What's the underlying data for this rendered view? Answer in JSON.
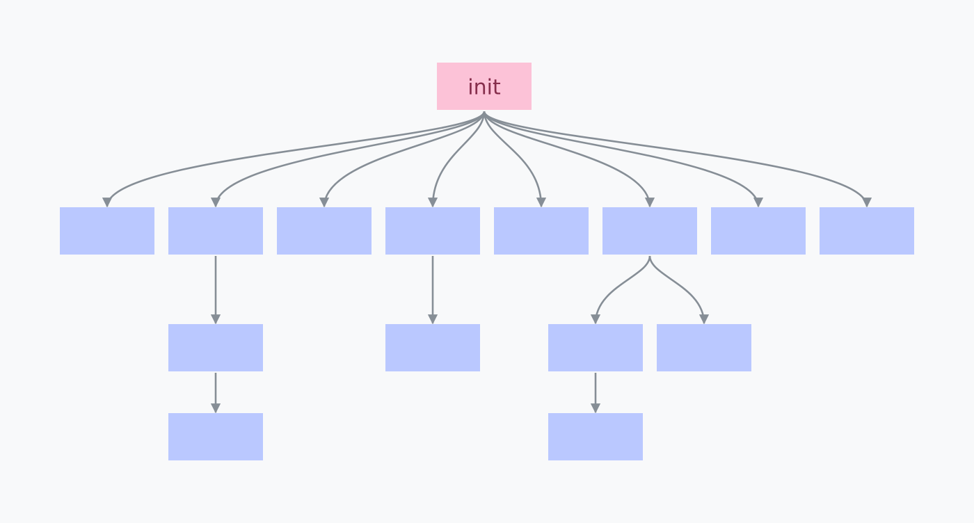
{
  "colors": {
    "background": "#f8f9fa",
    "root_fill": "#fcc2d7",
    "root_text": "#862e4c",
    "node_fill": "#bac8ff",
    "edge": "#868e96"
  },
  "root": {
    "id": "init",
    "label": "init"
  },
  "nodes": [
    {
      "id": "c1",
      "label": ""
    },
    {
      "id": "c2",
      "label": ""
    },
    {
      "id": "c3",
      "label": ""
    },
    {
      "id": "c4",
      "label": ""
    },
    {
      "id": "c5",
      "label": ""
    },
    {
      "id": "c6",
      "label": ""
    },
    {
      "id": "c7",
      "label": ""
    },
    {
      "id": "c8",
      "label": ""
    },
    {
      "id": "c2a",
      "label": ""
    },
    {
      "id": "c2b",
      "label": ""
    },
    {
      "id": "c4a",
      "label": ""
    },
    {
      "id": "c6a",
      "label": ""
    },
    {
      "id": "c6b",
      "label": ""
    },
    {
      "id": "c6a1",
      "label": ""
    }
  ],
  "edges": [
    {
      "from": "init",
      "to": "c1"
    },
    {
      "from": "init",
      "to": "c2"
    },
    {
      "from": "init",
      "to": "c3"
    },
    {
      "from": "init",
      "to": "c4"
    },
    {
      "from": "init",
      "to": "c5"
    },
    {
      "from": "init",
      "to": "c6"
    },
    {
      "from": "init",
      "to": "c7"
    },
    {
      "from": "init",
      "to": "c8"
    },
    {
      "from": "c2",
      "to": "c2a"
    },
    {
      "from": "c2a",
      "to": "c2b"
    },
    {
      "from": "c4",
      "to": "c4a"
    },
    {
      "from": "c6",
      "to": "c6a"
    },
    {
      "from": "c6",
      "to": "c6b"
    },
    {
      "from": "c6a",
      "to": "c6a1"
    }
  ]
}
